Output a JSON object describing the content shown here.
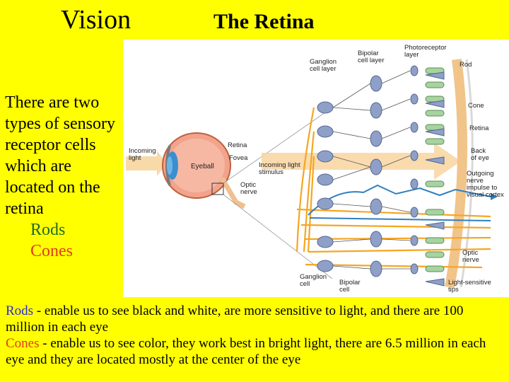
{
  "slide": {
    "title_left": "Vision",
    "title_right": "The Retina",
    "intro_text": "There are two types of sensory receptor cells which are located on the retina",
    "bullets": [
      "Rods",
      "Cones"
    ]
  },
  "diagram": {
    "labels": {
      "ganglion_cell_layer_1": "Ganglion",
      "ganglion_cell_layer_2": "cell layer",
      "bipolar_cell_layer_1": "Bipolar",
      "bipolar_cell_layer_2": "cell layer",
      "photoreceptor_layer_1": "Photoreceptor",
      "photoreceptor_layer_2": "layer",
      "rod": "Rod",
      "cone": "Cone",
      "retina_right": "Retina",
      "back_of_eye_1": "Back",
      "back_of_eye_2": "of eye",
      "outgoing_1": "Outgoing",
      "outgoing_2": "nerve",
      "outgoing_3": "impulse to",
      "outgoing_4": "visual cortex",
      "optic_nerve_right_1": "Optic",
      "optic_nerve_right_2": "nerve",
      "light_sensitive_1": "Light-sensitive",
      "light_sensitive_2": "tips",
      "incoming_light_1": "Incoming",
      "incoming_light_2": "light",
      "retina_eye": "Retina",
      "fovea": "Fovea",
      "eyeball": "Eyeball",
      "optic_nerve_eye_1": "Optic",
      "optic_nerve_eye_2": "nerve",
      "incoming_stimulus_1": "Incoming light",
      "incoming_stimulus_2": "stimulus",
      "ganglion_cell_1": "Ganglion",
      "ganglion_cell_2": "cell",
      "bipolar_cell_1": "Bipolar",
      "bipolar_cell_2": "cell"
    }
  },
  "footer": {
    "rods_term": "Rods",
    "rods_text": " - enable us to see black and white, are more sensitive to light, and there are 100 million in each eye",
    "cones_term": "Cones",
    "cones_text": " - enable us to see color, they work best in bright light, there are 6.5 million in each eye and they are located mostly at the center of the eye"
  },
  "colors": {
    "background": "#ffff00",
    "rods_intro": "#1f6b2b",
    "cones_intro": "#e23a1a",
    "rods_footer": "#2a2ad0",
    "cones_footer": "#e23a1a",
    "nerve_orange": "#f5a623",
    "nerve_blue": "#2f7fbf"
  }
}
